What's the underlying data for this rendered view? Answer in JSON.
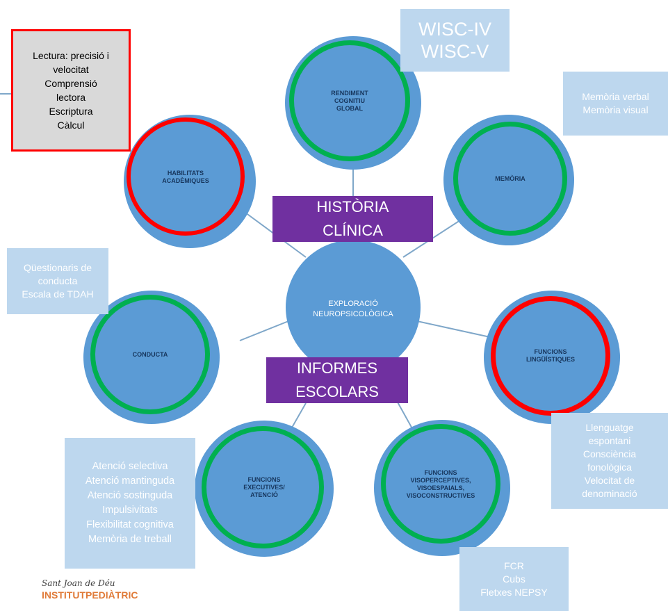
{
  "center": {
    "label": "EXPLORACIÓ\nNEUROPSICOLÒGICA"
  },
  "banners": {
    "historia": "HISTÒRIA\nCLÍNICA",
    "informes": "INFORMES\nESCOLARS"
  },
  "nodes": {
    "rendiment": {
      "label": "RENDIMENT\nCOGNITIU\nGLOBAL",
      "ring_color": "#00b050"
    },
    "memoria": {
      "label": "MEMÒRIA",
      "ring_color": "#00b050"
    },
    "habilitats": {
      "label": "HABILITATS\nACADÈMIQUES",
      "ring_color": "#ff0000"
    },
    "conducta": {
      "label": "CONDUCTA",
      "ring_color": "#00b050"
    },
    "linguistiques": {
      "label": "FUNCIONS\nLINGÜÍSTIQUES",
      "ring_color": "#ff0000"
    },
    "executives": {
      "label": "FUNCIONS\nEXECUTIVES/\nATENCIÓ",
      "ring_color": "#00b050"
    },
    "visoperceptives": {
      "label": "FUNCIONS\nVISOPERCEPTIVES,\nVISOESPAIALS,\nVISOCONSTRUCTIVES",
      "ring_color": "#00b050"
    }
  },
  "notes": {
    "wisc": "WISC-IV\nWISC-V",
    "memoria": "Memòria verbal\nMemòria visual",
    "lectura": "Lectura: precisió i\nvelocitat\nComprensió\nlectora\nEscriptura\nCàlcul",
    "questionaris": "Qüestionaris de\nconducta\nEscala de TDAH",
    "llenguatge": "Llenguatge\nespontani\nConsciència\nfonològica\nVelocitat de\ndenominació",
    "atencio": "Atenció selectiva\nAtenció mantinguda\nAtenció sostinguda\nImpulsivitats\nFlexibilitat cognitiva\nMemòria de treball",
    "fcr": "FCR\nCubs\nFletxes NEPSY"
  },
  "logo": {
    "script": "Sant Joan de Déu",
    "brand_prefix": "INSTITUT",
    "brand_suffix": "PEDIÀTRIC"
  },
  "colors": {
    "node_fill": "#5b9bd5",
    "banner_fill": "#7030a0",
    "note_fill": "#bdd7ee",
    "ring_green": "#00b050",
    "ring_red": "#ff0000"
  }
}
